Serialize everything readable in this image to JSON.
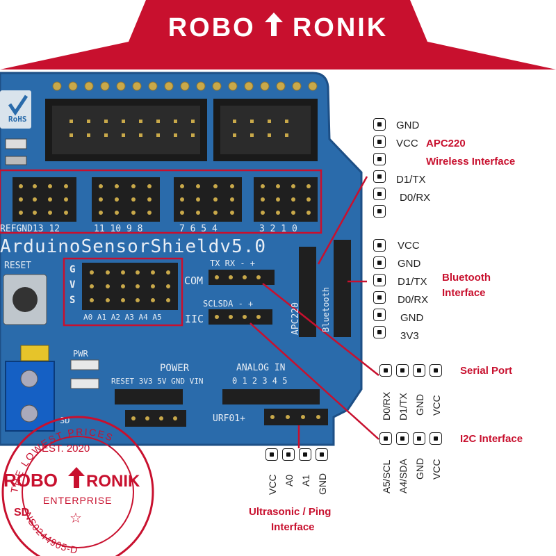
{
  "brand": {
    "left": "ROBO",
    "right": "RONIK",
    "color": "#c8102e"
  },
  "board": {
    "silkscreen": {
      "model": "ArduinoSensorShieldv5.0",
      "reset": "RESET",
      "rohs": "RoHS",
      "header_pins": "REFGND13 12",
      "digital_11_8": "11  10   9    8",
      "digital_7_4": "7   6   5   4",
      "digital_3_0": "3   2   1   0",
      "gvs": [
        "G",
        "V",
        "S"
      ],
      "analog_pins": "A0 A1 A2 A3 A4 A5",
      "txrx": "TX RX  -  +",
      "com": "COM",
      "sclsda": "SCLSDA  -  +",
      "iic": "IIC",
      "apc220": "APC220",
      "bluetooth": "Bluetooth",
      "pwr": "PWR",
      "power": "POWER",
      "power_pins": "RESET  3V3  5V  GND  VIN",
      "analog_in": "ANALOG IN",
      "analog_numbers": "0   1   2   3   4   5",
      "urf01": "URF01+",
      "sd": "SD"
    }
  },
  "apc220": {
    "pins": [
      "GND",
      "VCC",
      "",
      "D1/TX",
      "D0/RX",
      ""
    ],
    "title_line1": "APC220",
    "title_line2": "Wireless Interface"
  },
  "bluetooth": {
    "pins": [
      "VCC",
      "GND",
      "D1/TX",
      "D0/RX",
      "GND",
      "3V3"
    ],
    "title_line1": "Bluetooth",
    "title_line2": "Interface"
  },
  "serial": {
    "pins": [
      "D0/RX",
      "D1/TX",
      "GND",
      "VCC"
    ],
    "title": "Serial Port"
  },
  "i2c": {
    "pins": [
      "A5/SCL",
      "A4/SDA",
      "GND",
      "VCC"
    ],
    "title": "I2C Interface"
  },
  "ultrasonic": {
    "pins": [
      "VCC",
      "A0",
      "A1",
      "GND"
    ],
    "title_line1": "Ultrasonic / Ping",
    "title_line2": "Interface"
  },
  "stamp": {
    "top_text": "THE LOWEST PRICES",
    "est": "EST. 2020",
    "brand_left": "ROBO",
    "brand_right": "RONIK",
    "enterprise": "ENTERPRISE",
    "sd": "SD",
    "reg": "NS0244905-D"
  },
  "colors": {
    "red": "#c8102e",
    "board": "#2a6bab",
    "board_dark": "#1d4f86"
  }
}
